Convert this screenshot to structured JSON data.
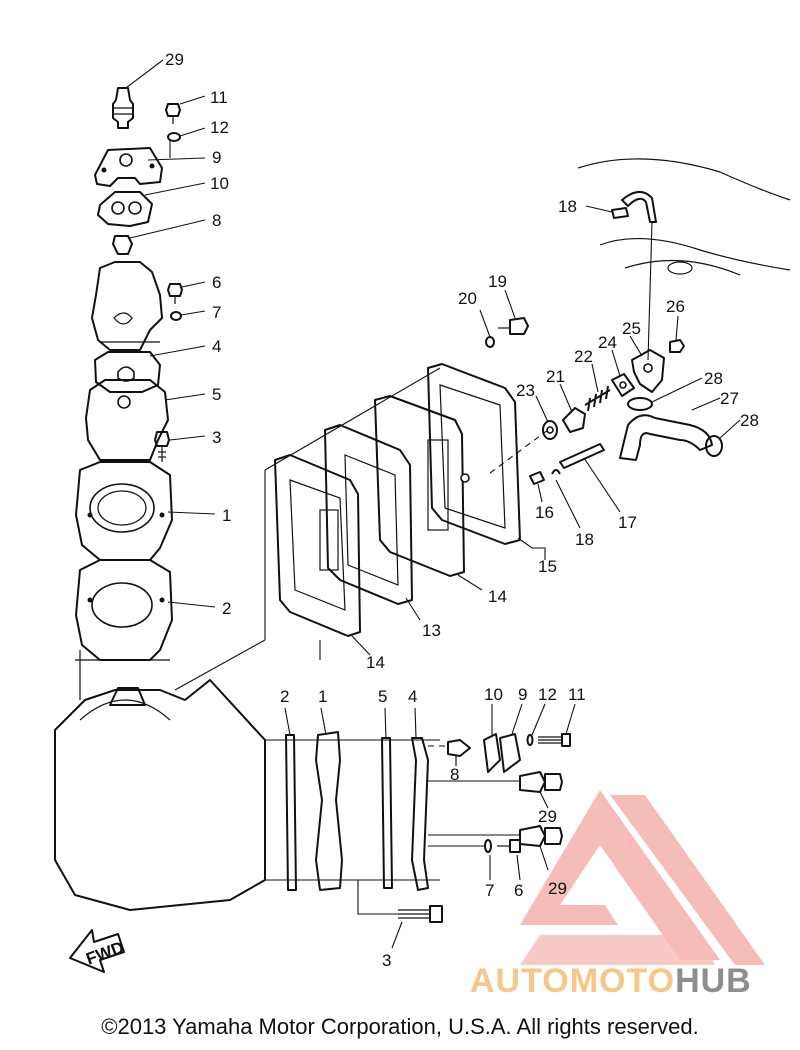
{
  "callouts": {
    "c29_top": "29",
    "c11_top": "11",
    "c12_top": "12",
    "c9_top": "9",
    "c10_top": "10",
    "c8_top": "8",
    "c6_top": "6",
    "c7_top": "7",
    "c4_top": "4",
    "c5_top": "5",
    "c3_top": "3",
    "c1_top": "1",
    "c2_top": "2",
    "c20": "20",
    "c19": "19",
    "c18_hose": "18",
    "c26": "26",
    "c25": "25",
    "c24": "24",
    "c22": "22",
    "c21": "21",
    "c23": "23",
    "c28_a": "28",
    "c27": "27",
    "c28_b": "28",
    "c16": "16",
    "c18_clip": "18",
    "c17": "17",
    "c15": "15",
    "c14_a": "14",
    "c13": "13",
    "c14_b": "14",
    "c2_bot": "2",
    "c1_bot": "1",
    "c5_bot": "5",
    "c4_bot": "4",
    "c10_bot": "10",
    "c9_bot": "9",
    "c12_bot": "12",
    "c11_bot": "11",
    "c8_bot": "8",
    "c29_mid": "29",
    "c7_bot": "7",
    "c6_bot": "6",
    "c29_bot": "29",
    "c3_bot": "3"
  },
  "fwd_label": "FWD",
  "copyright": "©2013 Yamaha Motor Corporation, U.S.A. All rights reserved.",
  "watermark": {
    "part1": "AUTOMOTO",
    "part2": "HUB",
    "color_a": "#f6c68a",
    "color_b": "#8e8e8e",
    "logo_color": "#f4a6a0"
  }
}
